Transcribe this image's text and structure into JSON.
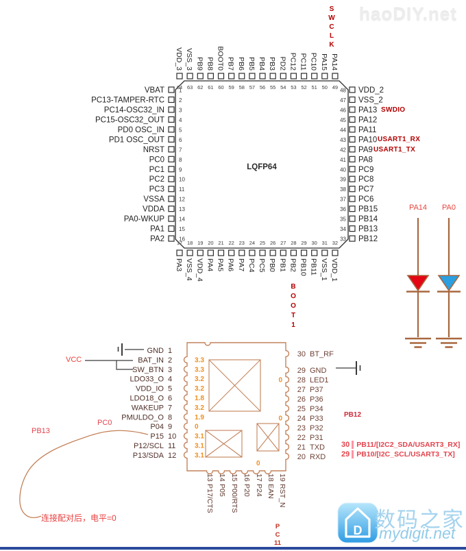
{
  "watermark": {
    "text": "haoDIY.net"
  },
  "mcu": {
    "package_label": "LQFP64",
    "left_pins": [
      {
        "num": "1",
        "name": "VBAT"
      },
      {
        "num": "2",
        "name": "PC13-TAMPER-RTC"
      },
      {
        "num": "3",
        "name": "PC14-OSC32_IN"
      },
      {
        "num": "4",
        "name": "PC15-OSC32_OUT"
      },
      {
        "num": "5",
        "name": "PD0 OSC_IN"
      },
      {
        "num": "6",
        "name": "PD1 OSC_OUT"
      },
      {
        "num": "7",
        "name": "NRST"
      },
      {
        "num": "8",
        "name": "PC0"
      },
      {
        "num": "9",
        "name": "PC1"
      },
      {
        "num": "10",
        "name": "PC2"
      },
      {
        "num": "11",
        "name": "PC3"
      },
      {
        "num": "12",
        "name": "VSSA"
      },
      {
        "num": "13",
        "name": "VDDA"
      },
      {
        "num": "14",
        "name": "PA0-WKUP"
      },
      {
        "num": "15",
        "name": "PA1"
      },
      {
        "num": "16",
        "name": "PA2"
      }
    ],
    "top_pins": [
      {
        "num": "64",
        "name": "VDD_3"
      },
      {
        "num": "63",
        "name": "VSS_3"
      },
      {
        "num": "62",
        "name": "PB9"
      },
      {
        "num": "61",
        "name": "PB8"
      },
      {
        "num": "60",
        "name": "BOOT0"
      },
      {
        "num": "59",
        "name": "PB7"
      },
      {
        "num": "58",
        "name": "PB6"
      },
      {
        "num": "57",
        "name": "PB5"
      },
      {
        "num": "56",
        "name": "PB4"
      },
      {
        "num": "55",
        "name": "PB3"
      },
      {
        "num": "54",
        "name": "PD2"
      },
      {
        "num": "53",
        "name": "PC12"
      },
      {
        "num": "52",
        "name": "PC11"
      },
      {
        "num": "51",
        "name": "PC10"
      },
      {
        "num": "50",
        "name": "PA15"
      },
      {
        "num": "49",
        "name": "PA14"
      }
    ],
    "right_pins": [
      {
        "num": "48",
        "name": "VDD_2"
      },
      {
        "num": "47",
        "name": "VSS_2"
      },
      {
        "num": "46",
        "name": "PA13"
      },
      {
        "num": "45",
        "name": "PA12"
      },
      {
        "num": "44",
        "name": "PA11"
      },
      {
        "num": "43",
        "name": "PA10"
      },
      {
        "num": "42",
        "name": "PA9"
      },
      {
        "num": "41",
        "name": "PA8"
      },
      {
        "num": "40",
        "name": "PC9"
      },
      {
        "num": "39",
        "name": "PC8"
      },
      {
        "num": "38",
        "name": "PC7"
      },
      {
        "num": "37",
        "name": "PC6"
      },
      {
        "num": "36",
        "name": "PB15"
      },
      {
        "num": "35",
        "name": "PB14"
      },
      {
        "num": "34",
        "name": "PB13"
      },
      {
        "num": "33",
        "name": "PB12"
      }
    ],
    "bottom_pins": [
      {
        "num": "17",
        "name": "PA3"
      },
      {
        "num": "18",
        "name": "VSS_4"
      },
      {
        "num": "19",
        "name": "VDD_4"
      },
      {
        "num": "20",
        "name": "PA4"
      },
      {
        "num": "21",
        "name": "PA5"
      },
      {
        "num": "22",
        "name": "PA6"
      },
      {
        "num": "23",
        "name": "PA7"
      },
      {
        "num": "24",
        "name": "PC4"
      },
      {
        "num": "25",
        "name": "PC5"
      },
      {
        "num": "26",
        "name": "PB0"
      },
      {
        "num": "27",
        "name": "PB1"
      },
      {
        "num": "28",
        "name": "PB2"
      },
      {
        "num": "29",
        "name": "PB10"
      },
      {
        "num": "30",
        "name": "PB11"
      },
      {
        "num": "31",
        "name": "VSS_1"
      },
      {
        "num": "32",
        "name": "VDD_1"
      }
    ],
    "annotations": {
      "swclk": "S\nW\nC\nL\nK",
      "swdio": "SWDIO",
      "usart1_rx": "USART1_RX",
      "usart1_tx": "USART1_TX",
      "boot1": "B\nO\nO\nT\n1"
    }
  },
  "led_circuits": [
    {
      "label": "PA14",
      "led_color": "#e30613"
    },
    {
      "label": "PA0",
      "led_color": "#2b9fe0"
    }
  ],
  "module": {
    "power_label": "VCC",
    "left_pins": [
      {
        "name": "GND",
        "num": "1",
        "value": ""
      },
      {
        "name": "BAT_IN",
        "num": "2",
        "value": "3.3"
      },
      {
        "name": "SW_BTN",
        "num": "3",
        "value": "3.3"
      },
      {
        "name": "LDO33_O",
        "num": "4",
        "value": "3.2"
      },
      {
        "name": "VDD_IO",
        "num": "5",
        "value": "3.2"
      },
      {
        "name": "LDO18_O",
        "num": "6",
        "value": "1.8"
      },
      {
        "name": "WAKEUP",
        "num": "7",
        "value": "3.2"
      },
      {
        "name": "PMULDO_O",
        "num": "8",
        "value": "1.9"
      },
      {
        "name": "P04",
        "num": "9",
        "value": "0"
      },
      {
        "name": "P15",
        "num": "10",
        "value": "3.1"
      },
      {
        "name": "P12/SCL",
        "num": "11",
        "value": "3.1"
      },
      {
        "name": "P13/SDA",
        "num": "12",
        "value": "3.1"
      }
    ],
    "right_pins": [
      {
        "num": "30",
        "name": "BT_RF",
        "value": ""
      },
      {
        "num": "29",
        "name": "GND",
        "value": ""
      },
      {
        "num": "28",
        "name": "LED1",
        "value": "0"
      },
      {
        "num": "27",
        "name": "P37",
        "value": ""
      },
      {
        "num": "26",
        "name": "P36",
        "value": ""
      },
      {
        "num": "25",
        "name": "P34",
        "value": ""
      },
      {
        "num": "24",
        "name": "P33",
        "value": "0"
      },
      {
        "num": "23",
        "name": "P32",
        "value": ""
      },
      {
        "num": "22",
        "name": "P31",
        "value": ""
      },
      {
        "num": "21",
        "name": "TXD",
        "value": ""
      },
      {
        "num": "20",
        "name": "RXD",
        "value": ""
      }
    ],
    "bottom_pins": [
      {
        "num": "13",
        "name": "P17/CTS"
      },
      {
        "num": "14",
        "name": "P05"
      },
      {
        "num": "15",
        "name": "P00/RTS"
      },
      {
        "num": "16",
        "name": "P20"
      },
      {
        "num": "17",
        "name": "P24"
      },
      {
        "num": "18",
        "name": "EAN"
      },
      {
        "num": "19",
        "name": "RST_N"
      }
    ],
    "bottom_value": "0",
    "annotations": {
      "pc0": "PC0",
      "pb13": "PB13",
      "pb12": "PB12",
      "pc11": "P\nC\n11",
      "txd_map_num": "30",
      "txd_map": "PB11/[I2C2_SDA/USART3_RX]",
      "rxd_map_num": "29",
      "rxd_map": "PB10/[I2C_SCL/USART3_TX]",
      "note": "连接配对后，电平=0"
    }
  },
  "logo": {
    "site_name": "数码之家",
    "site_url": "mydigit.net",
    "icon_letter": "D"
  },
  "colors": {
    "annotation_dark_red": "#b40000",
    "annotation_crimson": "#e2444e",
    "value_orange": "#ef8f1f",
    "wire_brown": "#c4825a",
    "led_wire_brown": "#a8673f",
    "led_red": "#e30613",
    "led_blue": "#2b9fe0",
    "logo_blue": "#2f9ce4",
    "footer_bar_blue": "#2b4a9c"
  }
}
